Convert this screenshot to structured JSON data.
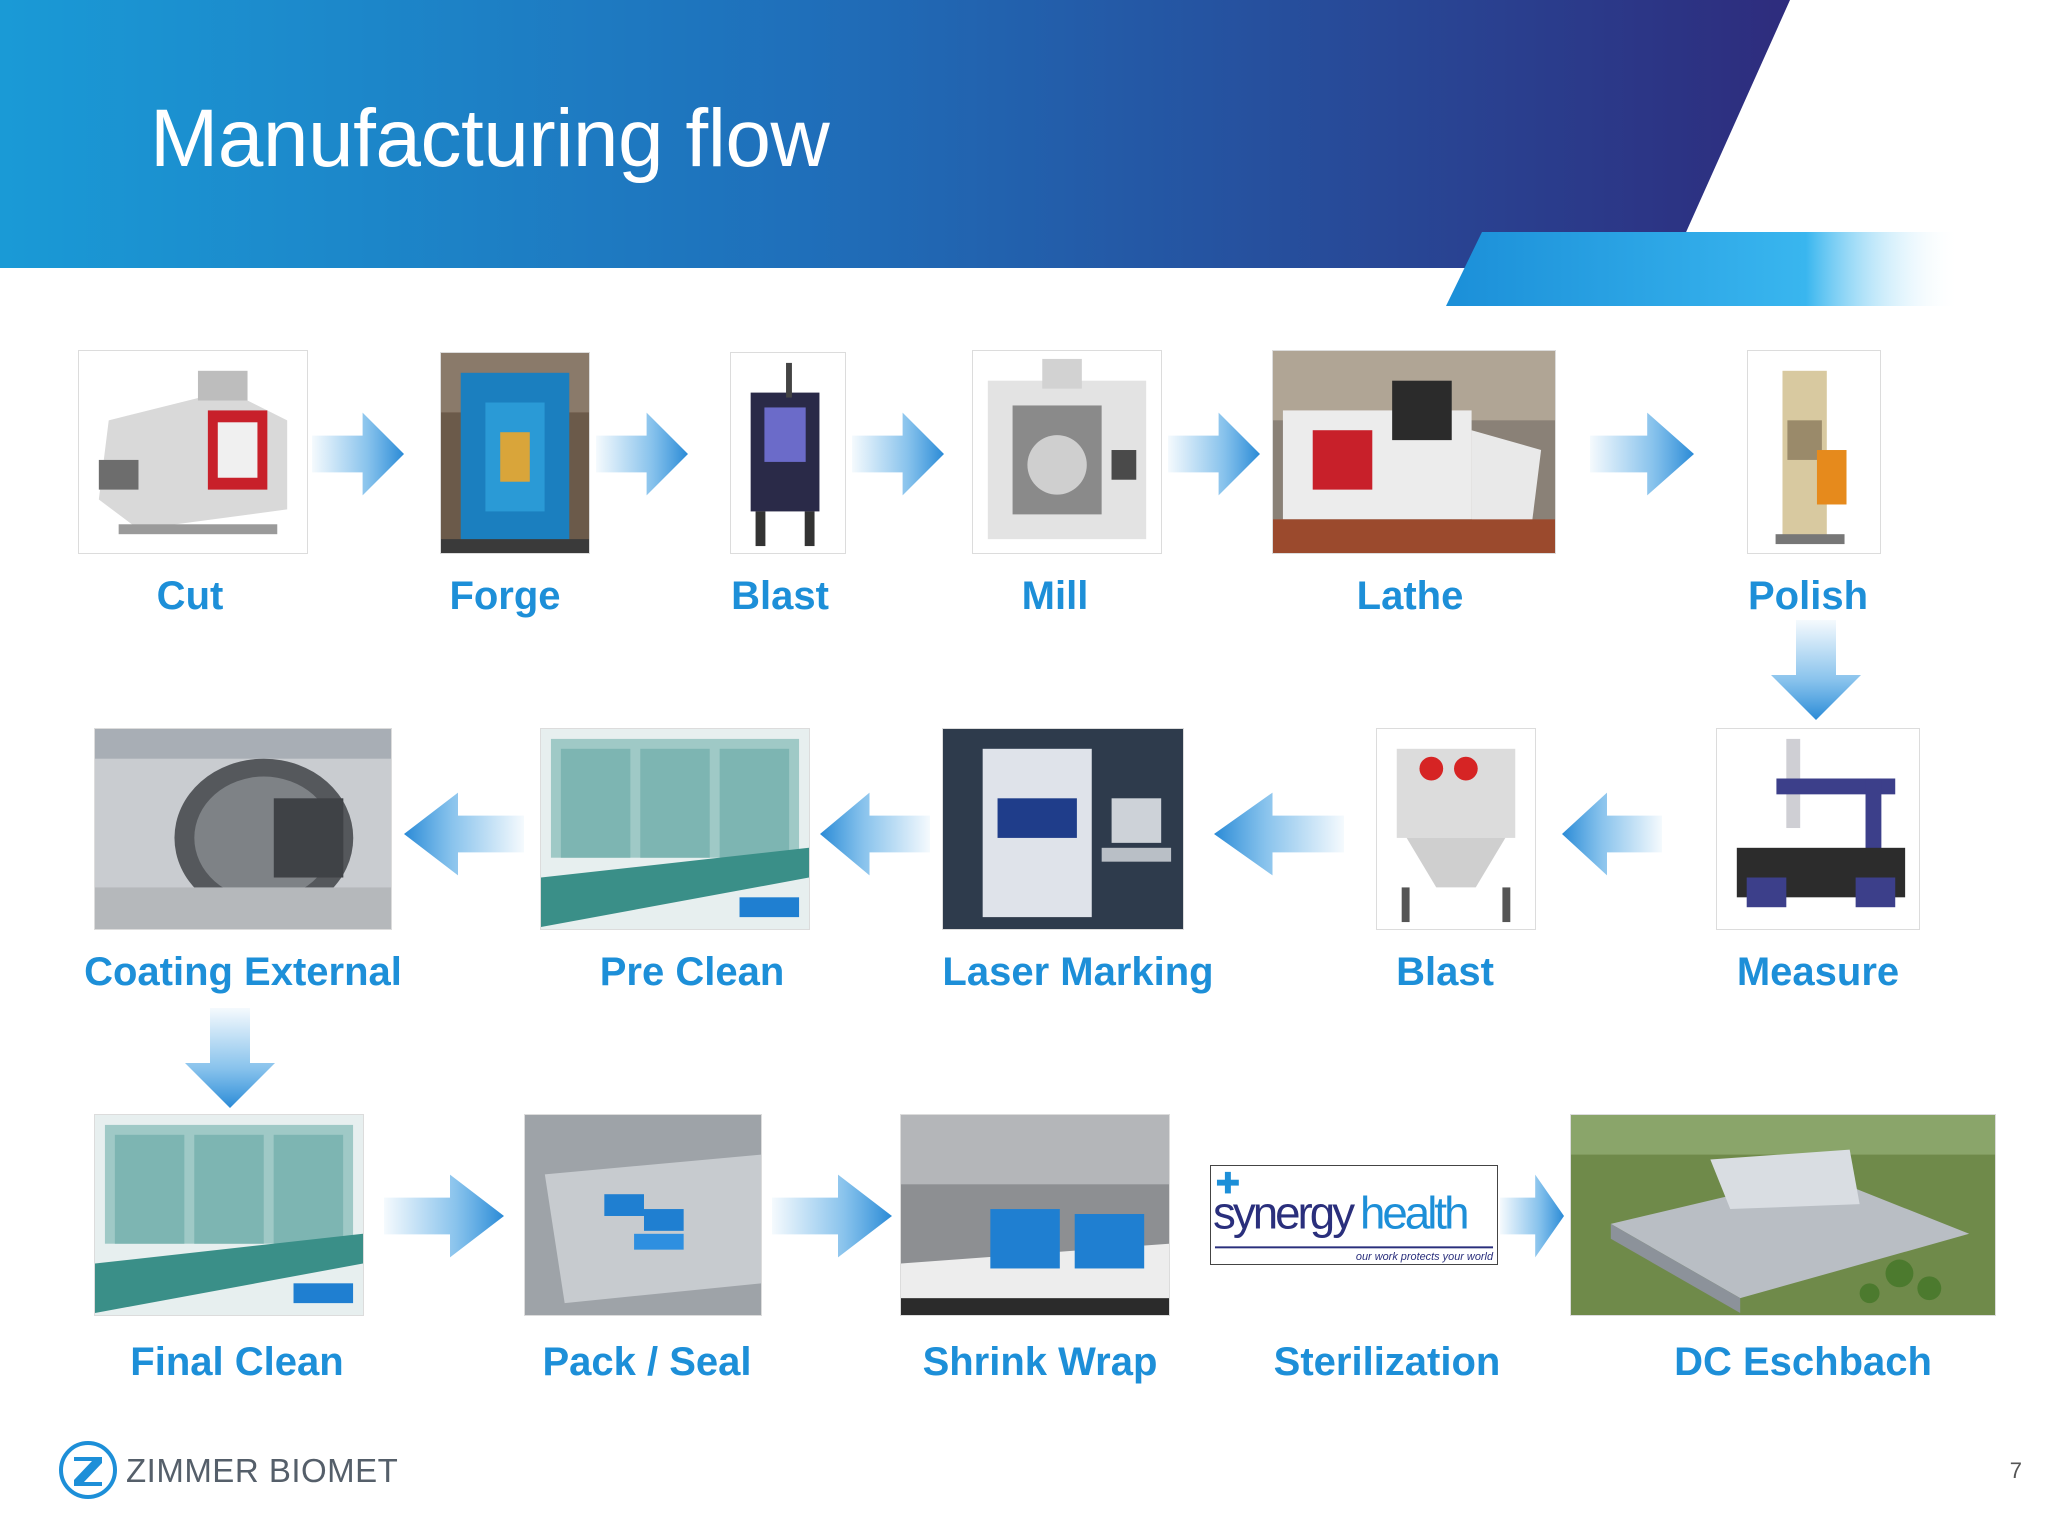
{
  "title": "Manufacturing flow",
  "colors": {
    "banner_light": "#1a9ad6",
    "banner_dark": "#2e2c7d",
    "label": "#1d8fd8",
    "arrow": "#3a9be0"
  },
  "steps": {
    "cut": "Cut",
    "forge": "Forge",
    "blast": "Blast",
    "mill": "Mill",
    "lathe": "Lathe",
    "polish": "Polish",
    "measure": "Measure",
    "blast2": "Blast",
    "laser_marking": "Laser Marking",
    "pre_clean": "Pre Clean",
    "coating_external": "Coating External",
    "final_clean": "Final Clean",
    "pack_seal": "Pack / Seal",
    "shrink_wrap": "Shrink Wrap",
    "sterilization": "Sterilization",
    "dc_eschbach": "DC Eschbach"
  },
  "sterilization_logo": {
    "brand_left": "synergy",
    "brand_right": "health",
    "tagline": "our work protects your world"
  },
  "footer": {
    "brand": "ZIMMER BIOMET",
    "page_number": "7"
  }
}
